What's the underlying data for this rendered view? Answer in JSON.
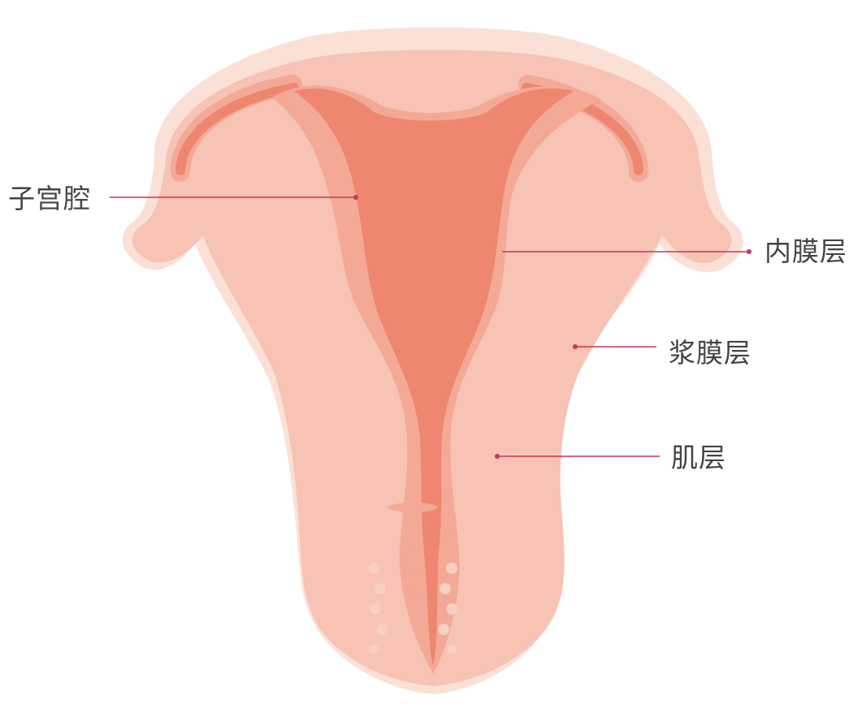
{
  "labels": {
    "cavity": "子宫腔",
    "endometrium": "内膜层",
    "serosa": "浆膜层",
    "myometrium": "肌层"
  },
  "colors": {
    "serosa": "#fbe0d6",
    "myometrium": "#f6c3b5",
    "inner_layer": "#f3a996",
    "cavity": "#ee8670",
    "leader_line": "#c9355a",
    "label_text": "#444444"
  }
}
